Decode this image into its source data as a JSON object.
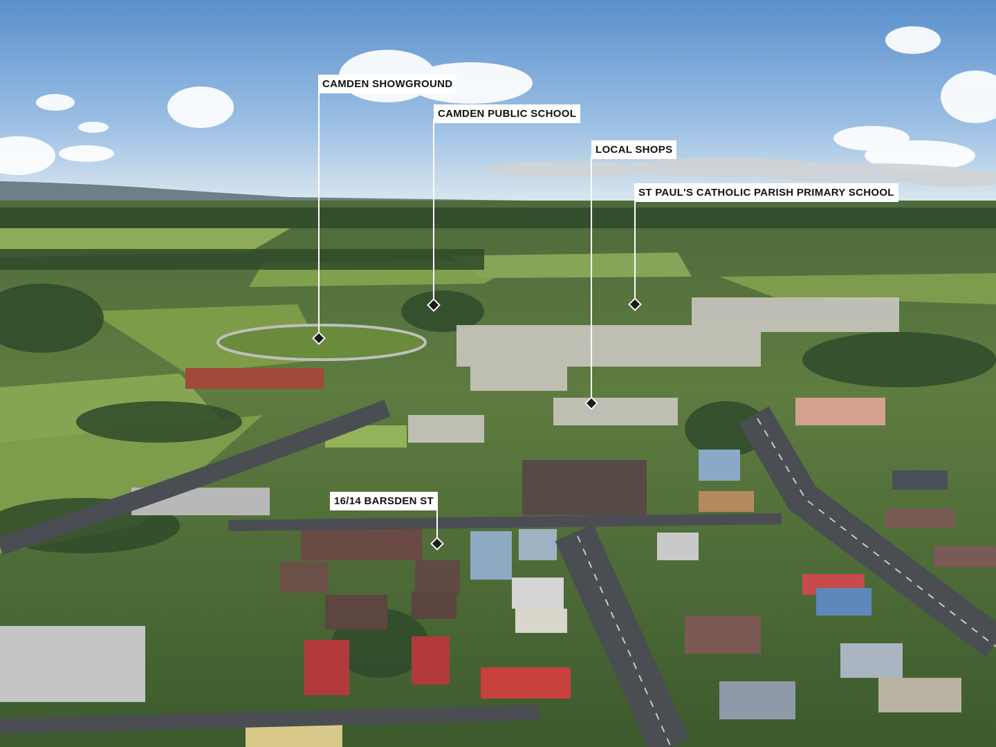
{
  "photo": {
    "subject": "aerial-suburb",
    "colors": {
      "sky_top": "#5f93cf",
      "sky_bottom": "#cfe0ee",
      "field_green": "#7fa24a",
      "tree_dark": "#2f4a2a",
      "road": "#4a4d52",
      "roof_red": "#b23a3a"
    }
  },
  "annotations": [
    {
      "id": "camden-showground",
      "label": "CAMDEN SHOWGROUND"
    },
    {
      "id": "camden-public-school",
      "label": "CAMDEN PUBLIC SCHOOL"
    },
    {
      "id": "local-shops",
      "label": "LOCAL SHOPS"
    },
    {
      "id": "st-pauls",
      "label": "ST PAUL'S CATHOLIC PARISH PRIMARY SCHOOL"
    },
    {
      "id": "property",
      "label": "16/14 BARSDEN ST"
    }
  ]
}
